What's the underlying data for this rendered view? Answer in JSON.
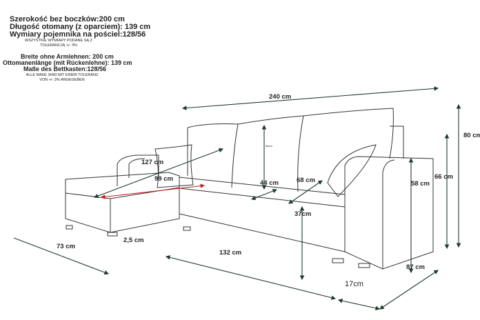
{
  "polish": {
    "line1": "Szerokość bez boczków:200 cm",
    "line2": "Długość otomany (z oparciem): 139 cm",
    "line3": "Wymiary pojemnika na pościel:128/56",
    "note1": "WSZYSTKIE WYMIARY PODANE SĄ Z",
    "note2": "TOLERANCJĄ +/- 3%"
  },
  "german": {
    "line1": "Breite ohne Armlehnen: 200 cm",
    "line2": "Ottomanenlänge (mit Rückenlehne): 139 cm",
    "line3": "Maße des Bettkasten:128/56",
    "note1": "ALLE MAßE SIND MIT EINER TOLERANZ",
    "note2": "VON +/- 3% ANGEGEBEN"
  },
  "dimensions": {
    "width": "240 cm",
    "height_total": "80 cm",
    "height_back": "66 cm",
    "height_arm": "58 cm",
    "seat_height": "37cm",
    "cushion": "50cm",
    "ottoman_diag": "127 cm",
    "ottoman_seat": "99 cm",
    "seat_depth": "44 cm",
    "seat_diag": "68 cm",
    "ottoman_width": "73 cm",
    "leg": "2,5 cm",
    "base_length": "132 cm",
    "arm_width": "17cm",
    "depth": "87 cm"
  }
}
